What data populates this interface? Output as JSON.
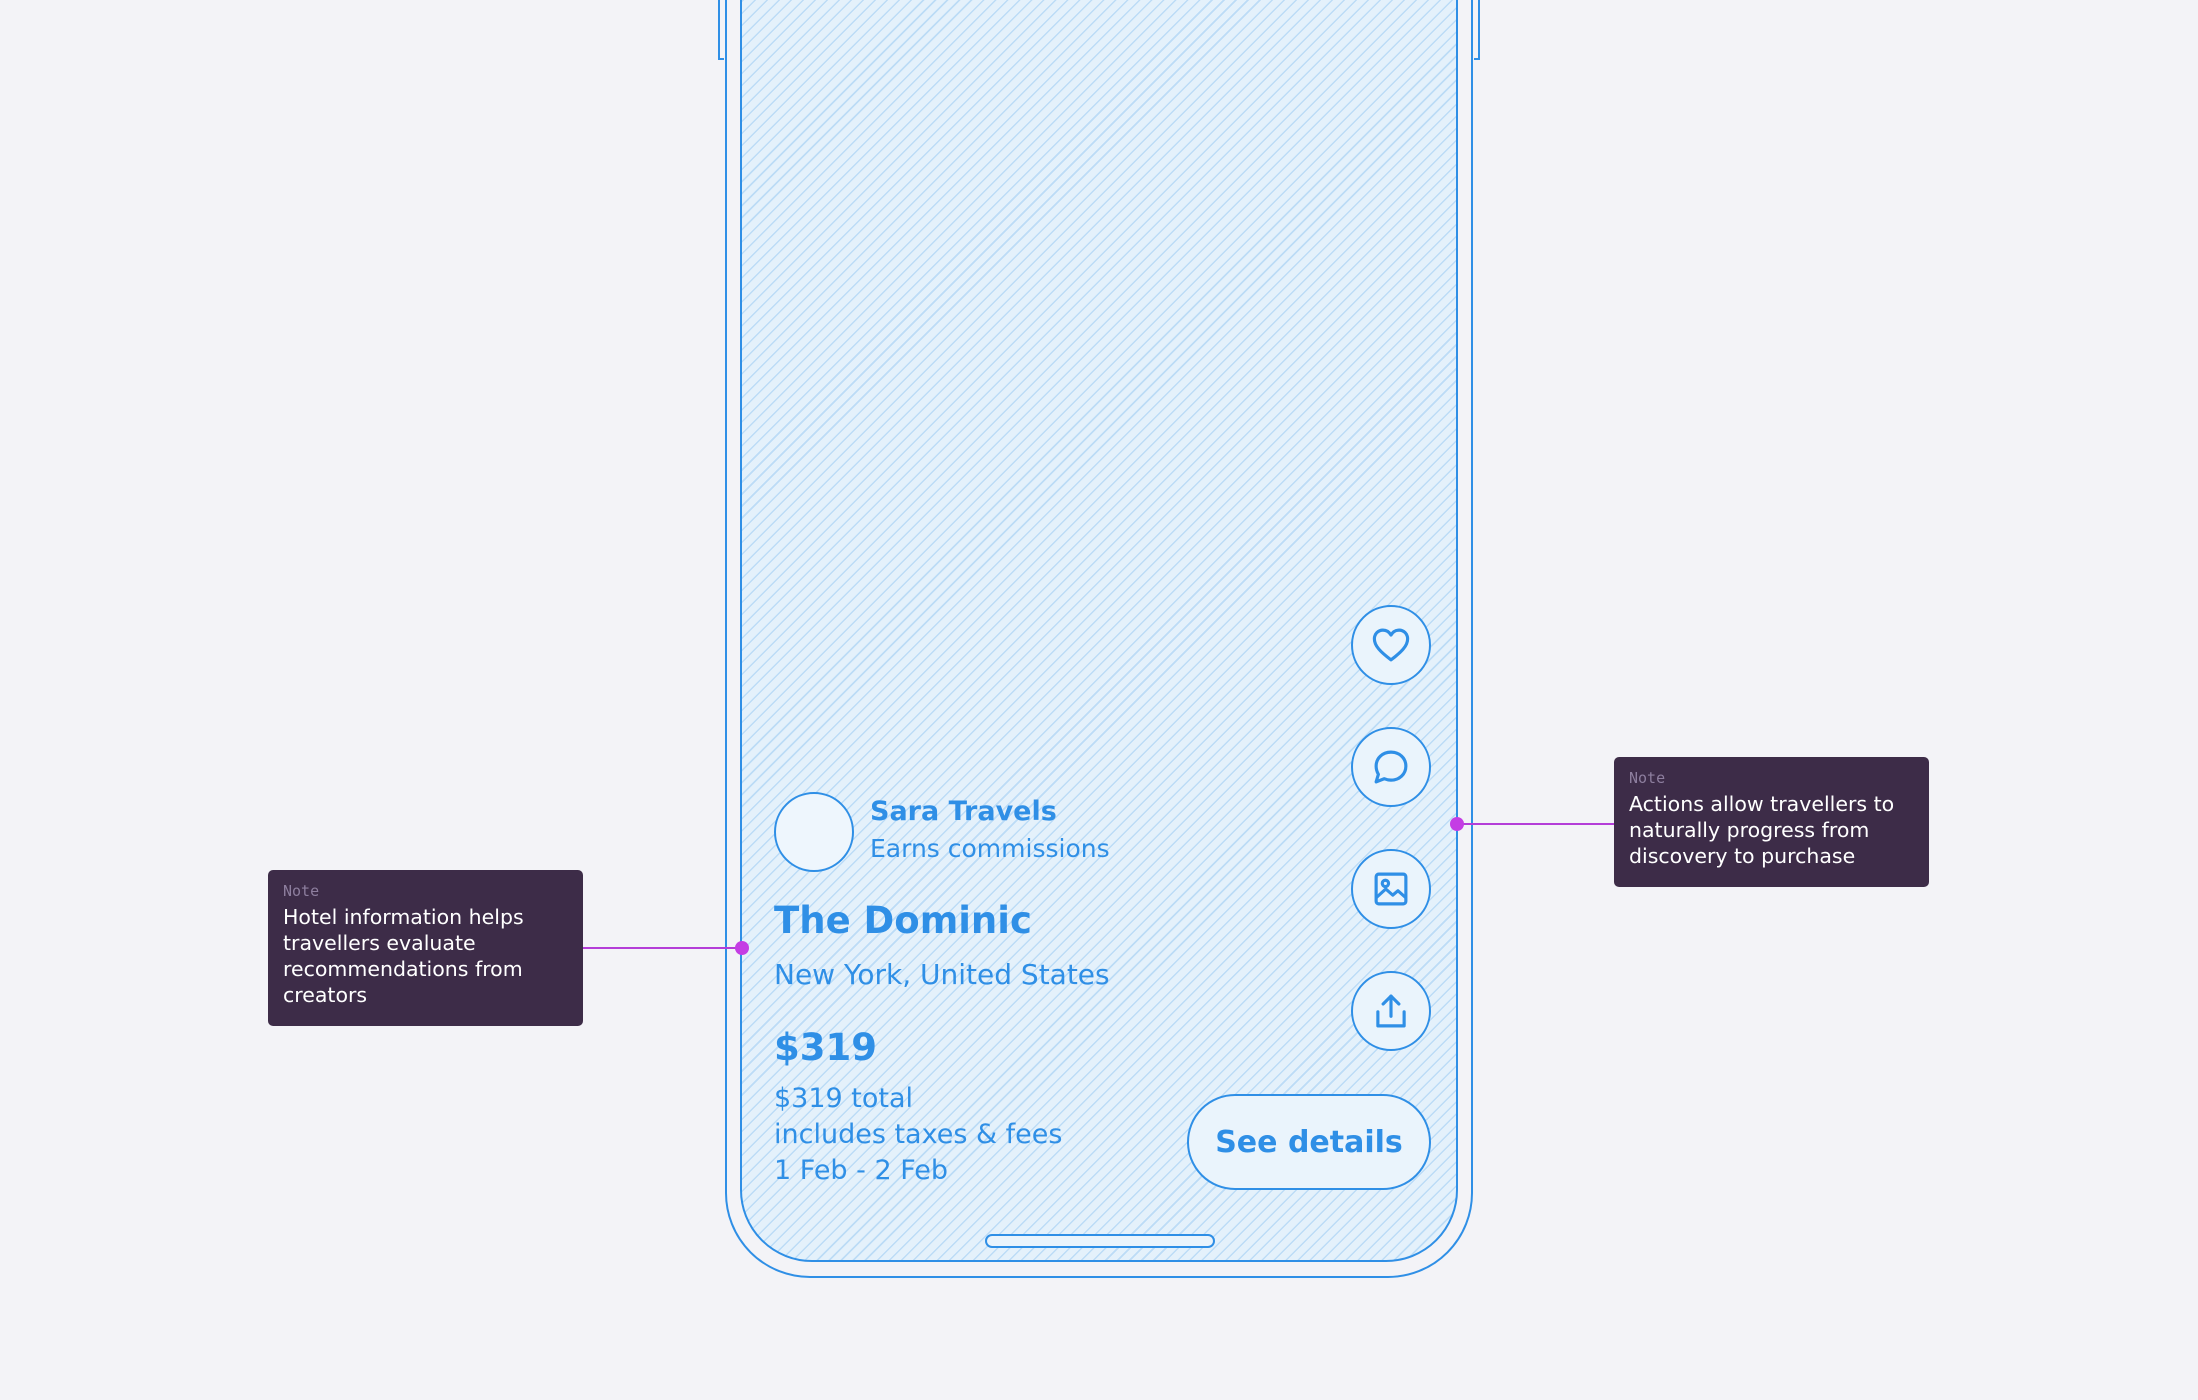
{
  "creator": {
    "name": "Sara Travels",
    "subtitle": "Earns commissions"
  },
  "hotel": {
    "name": "The Dominic",
    "location": "New York, United States"
  },
  "pricing": {
    "price": "$319",
    "total": "$319 total",
    "taxes": "includes taxes & fees",
    "dates": "1 Feb - 2 Feb"
  },
  "actions": {
    "icons": [
      "heart-icon",
      "comment-icon",
      "image-icon",
      "share-icon"
    ],
    "see_details": "See details"
  },
  "notes": {
    "left": {
      "label": "Note",
      "text": "Hotel information helps travellers evaluate recommendations from creators"
    },
    "right": {
      "label": "Note",
      "text": "Actions allow travellers to naturally progress from discovery to purchase"
    }
  },
  "colors": {
    "accent": "#2f8fe6",
    "note_bg": "#3d2c48",
    "connector": "#c43de4",
    "background": "#f3f3f7"
  }
}
